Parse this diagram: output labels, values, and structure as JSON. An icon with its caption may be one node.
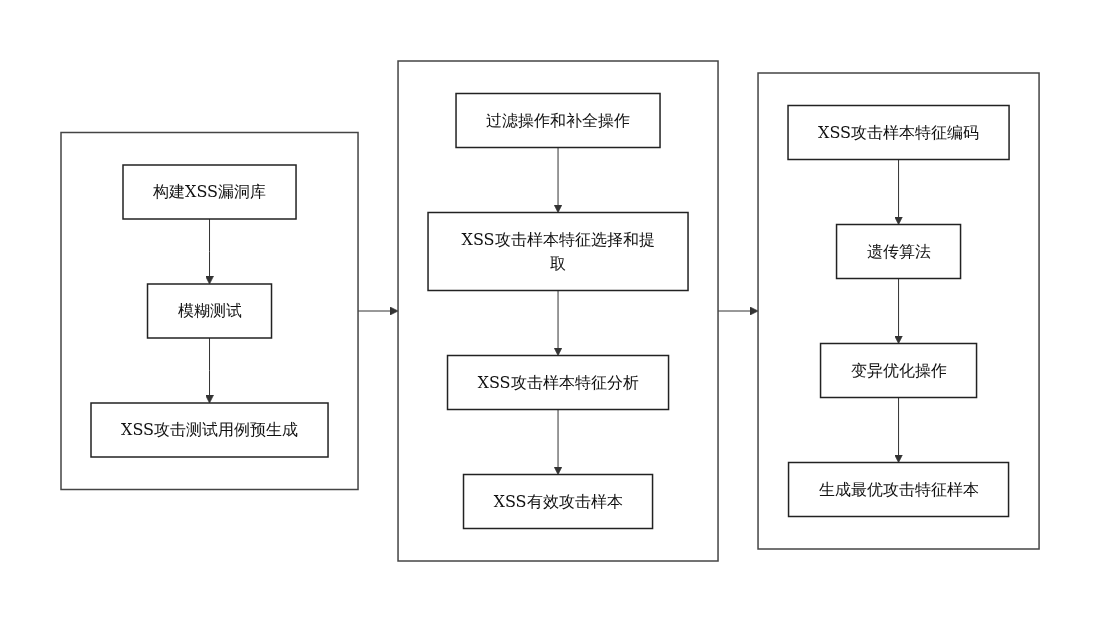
{
  "diagram": {
    "nodes": [
      {
        "text": [],
        "shape": "box"
      },
      {
        "text": [
          "构建XSS漏洞库"
        ],
        "in": 0
      },
      {
        "text": [
          "模糊测试"
        ],
        "in": 0
      },
      {
        "text": [
          "XSS攻击测试用例预生成"
        ],
        "in": 0
      },
      {
        "text": [],
        "shape": "box"
      },
      {
        "text": [
          "过滤操作和补全操作"
        ],
        "in": 4
      },
      {
        "text": [
          "XSS攻击样本特征选择和提取"
        ],
        "in": 4
      },
      {
        "text": [
          "XSS攻击样本特征分析"
        ],
        "in": 4
      },
      {
        "text": [
          "XSS有效攻击样本"
        ],
        "in": 4
      },
      {
        "text": [],
        "shape": "box"
      },
      {
        "text": [
          "XSS攻击样本特征编码"
        ],
        "in": 9
      },
      {
        "text": [
          "遗传算法"
        ],
        "in": 9
      },
      {
        "text": [
          "变异优化操作"
        ],
        "in": 9
      },
      {
        "text": [
          "生成最优攻击特征样本"
        ],
        "in": 9
      }
    ],
    "edges": [
      {
        "from": 1,
        "to": 2,
        "arrow": "to"
      },
      {
        "from": 2,
        "to": 3,
        "arrow": "to"
      },
      {
        "from": 0,
        "to": 4,
        "arrow": "to"
      },
      {
        "from": 5,
        "to": 6,
        "arrow": "to"
      },
      {
        "from": 6,
        "to": 7,
        "arrow": "to"
      },
      {
        "from": 7,
        "to": 8,
        "arrow": "to"
      },
      {
        "from": 4,
        "to": 9,
        "arrow": "to"
      },
      {
        "from": 10,
        "to": 11,
        "arrow": "to"
      },
      {
        "from": 11,
        "to": 12,
        "arrow": "to"
      },
      {
        "from": 12,
        "to": 13,
        "arrow": "to"
      }
    ]
  }
}
